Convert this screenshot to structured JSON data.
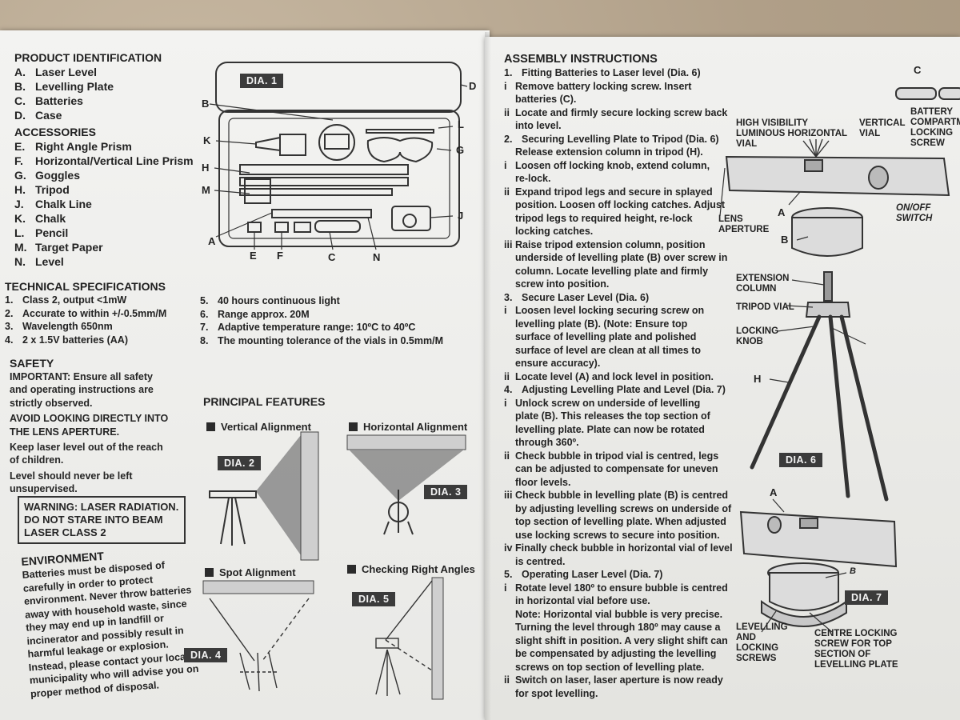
{
  "product_identification": {
    "heading": "PRODUCT IDENTIFICATION",
    "items": [
      {
        "letter": "A.",
        "name": "Laser Level"
      },
      {
        "letter": "B.",
        "name": "Levelling Plate"
      },
      {
        "letter": "C.",
        "name": "Batteries"
      },
      {
        "letter": "D.",
        "name": "Case"
      }
    ]
  },
  "accessories": {
    "heading": "ACCESSORIES",
    "items": [
      {
        "letter": "E.",
        "name": "Right Angle Prism"
      },
      {
        "letter": "F.",
        "name": "Horizontal/Vertical Line Prism"
      },
      {
        "letter": "G.",
        "name": "Goggles"
      },
      {
        "letter": "H.",
        "name": "Tripod"
      },
      {
        "letter": "J.",
        "name": "Chalk Line"
      },
      {
        "letter": "K.",
        "name": "Chalk"
      },
      {
        "letter": "L.",
        "name": "Pencil"
      },
      {
        "letter": "M.",
        "name": "Target Paper"
      },
      {
        "letter": "N.",
        "name": "Level"
      }
    ]
  },
  "technical": {
    "heading": "TECHNICAL SPECIFICATIONS",
    "items": [
      {
        "n": "1.",
        "text": "Class 2, output <1mW"
      },
      {
        "n": "2.",
        "text": "Accurate to within +/-0.5mm/M"
      },
      {
        "n": "3.",
        "text": "Wavelength 650nm"
      },
      {
        "n": "4.",
        "text": "2 x 1.5V batteries (AA)"
      }
    ],
    "items_right": [
      {
        "n": "5.",
        "text": "40 hours continuous light"
      },
      {
        "n": "6.",
        "text": "Range approx. 20M"
      },
      {
        "n": "7.",
        "text": "Adaptive temperature range: 10ºC to 40ºC"
      },
      {
        "n": "8.",
        "text": "The mounting tolerance of the vials in 0.5mm/M"
      }
    ]
  },
  "safety": {
    "heading": "SAFETY",
    "important": "IMPORTANT: Ensure all safety and operating instructions are strictly observed.",
    "avoid": "AVOID LOOKING DIRECTLY INTO THE LENS APERTURE.",
    "keep": "Keep laser level out of the reach of children.",
    "never": "Level should never be left unsupervised.",
    "warning": [
      "WARNING: LASER RADIATION.",
      "DO NOT STARE INTO BEAM",
      "LASER CLASS 2"
    ]
  },
  "environment": {
    "heading": "ENVIRONMENT",
    "lines": [
      "Batteries must be disposed of",
      "carefully in order to protect",
      "environment. Never throw batteries",
      "away with household waste, since",
      "they may end up in landfill or",
      "incinerator and possibly result in",
      "harmful leakage or explosion.",
      "Instead, please contact your local",
      "municipality who will advise you on",
      "proper method of disposal."
    ]
  },
  "dia1": {
    "label": "DIA. 1",
    "letters": {
      "A": "A",
      "B": "B",
      "C": "C",
      "D": "D",
      "E": "E",
      "F": "F",
      "G": "G",
      "H": "H",
      "J": "J",
      "K": "K",
      "L": "L",
      "M": "M",
      "N": "N"
    }
  },
  "principal_features": {
    "heading": "PRINCIPAL FEATURES",
    "vertical": "Vertical Alignment",
    "horizontal": "Horizontal Alignment",
    "spot": "Spot Alignment",
    "right_angles": "Checking Right Angles",
    "dia2": "DIA. 2",
    "dia3": "DIA. 3",
    "dia4": "DIA. 4",
    "dia5": "DIA. 5"
  },
  "assembly": {
    "heading": "ASSEMBLY INSTRUCTIONS",
    "lines": [
      {
        "k": "num",
        "m": "1.",
        "t": "Fitting Batteries to Laser level (Dia. 6)"
      },
      {
        "k": "sub",
        "m": "i",
        "t": "Remove battery locking screw. Insert"
      },
      {
        "k": "cont",
        "m": "",
        "t": "batteries (C)."
      },
      {
        "k": "sub",
        "m": "ii",
        "t": "Locate and firmly secure locking screw back"
      },
      {
        "k": "cont",
        "m": "",
        "t": "into level."
      },
      {
        "k": "num",
        "m": "2.",
        "t": "Securing Levelling Plate to Tripod (Dia. 6)"
      },
      {
        "k": "cont",
        "m": "",
        "t": "Release extension column in tripod (H)."
      },
      {
        "k": "sub",
        "m": "i",
        "t": "Loosen off locking knob, extend column,"
      },
      {
        "k": "cont",
        "m": "",
        "t": "re-lock."
      },
      {
        "k": "sub",
        "m": "ii",
        "t": "Expand tripod legs and secure in splayed"
      },
      {
        "k": "cont",
        "m": "",
        "t": "position. Loosen off locking catches. Adjust"
      },
      {
        "k": "cont",
        "m": "",
        "t": "tripod legs to required height, re-lock"
      },
      {
        "k": "cont",
        "m": "",
        "t": "locking catches."
      },
      {
        "k": "sub",
        "m": "iii",
        "t": "Raise tripod extension column, position"
      },
      {
        "k": "cont",
        "m": "",
        "t": "underside of levelling plate (B) over screw in"
      },
      {
        "k": "cont",
        "m": "",
        "t": "column. Locate levelling plate and firmly"
      },
      {
        "k": "cont",
        "m": "",
        "t": "screw into position."
      },
      {
        "k": "num",
        "m": "3.",
        "t": "Secure Laser Level (Dia. 6)"
      },
      {
        "k": "sub",
        "m": "i",
        "t": "Loosen level locking securing screw on"
      },
      {
        "k": "cont",
        "m": "",
        "t": "levelling plate (B). (Note: Ensure top"
      },
      {
        "k": "cont",
        "m": "",
        "t": "surface of levelling plate and polished"
      },
      {
        "k": "cont",
        "m": "",
        "t": "surface of level are clean at all times to"
      },
      {
        "k": "cont",
        "m": "",
        "t": "ensure accuracy)."
      },
      {
        "k": "sub",
        "m": "ii",
        "t": "Locate level (A) and lock level in position."
      },
      {
        "k": "num",
        "m": "4.",
        "t": "Adjusting Levelling Plate and Level (Dia. 7)"
      },
      {
        "k": "sub",
        "m": "i",
        "t": "Unlock screw on underside of levelling"
      },
      {
        "k": "cont",
        "m": "",
        "t": "plate (B). This releases the top section of"
      },
      {
        "k": "cont",
        "m": "",
        "t": "levelling plate. Plate can now be rotated"
      },
      {
        "k": "cont",
        "m": "",
        "t": "through 360º."
      },
      {
        "k": "sub",
        "m": "ii",
        "t": "Check bubble in tripod vial is centred, legs"
      },
      {
        "k": "cont",
        "m": "",
        "t": "can be adjusted to compensate for uneven"
      },
      {
        "k": "cont",
        "m": "",
        "t": "floor levels."
      },
      {
        "k": "sub",
        "m": "iii",
        "t": "Check bubble in levelling plate (B) is centred"
      },
      {
        "k": "cont",
        "m": "",
        "t": "by adjusting levelling screws on underside of"
      },
      {
        "k": "cont",
        "m": "",
        "t": "top section of levelling plate. When adjusted"
      },
      {
        "k": "cont",
        "m": "",
        "t": "use locking screws to secure into position."
      },
      {
        "k": "sub",
        "m": "iv",
        "t": "Finally check bubble in horizontal vial of level"
      },
      {
        "k": "cont",
        "m": "",
        "t": "is centred."
      },
      {
        "k": "num",
        "m": "5.",
        "t": "Operating Laser Level (Dia. 7)"
      },
      {
        "k": "sub",
        "m": "i",
        "t": "Rotate level 180º to ensure bubble is centred"
      },
      {
        "k": "cont",
        "m": "",
        "t": "in horizontal vial before use."
      },
      {
        "k": "cont",
        "m": "",
        "t": "Note: Horizontal vial bubble is very precise."
      },
      {
        "k": "cont",
        "m": "",
        "t": "Turning the level through 180º may cause a"
      },
      {
        "k": "cont",
        "m": "",
        "t": "slight shift in position. A very slight shift can"
      },
      {
        "k": "cont",
        "m": "",
        "t": "be compensated by adjusting the levelling"
      },
      {
        "k": "cont",
        "m": "",
        "t": "screws on top section of levelling plate."
      },
      {
        "k": "sub",
        "m": "ii",
        "t": "Switch on laser, laser aperture is now ready"
      },
      {
        "k": "cont",
        "m": "",
        "t": "for spot levelling."
      }
    ]
  },
  "dia6": {
    "label": "DIA. 6",
    "c": "C",
    "battery": "BATTERY COMPARTMENT LOCKING SCREW",
    "high_vis": "HIGH VISIBILITY LUMINOUS HORIZONTAL VIAL",
    "vertical_vial": "VERTICAL VIAL",
    "onoff": "ON/OFF SWITCH",
    "lens": "LENS APERTURE",
    "a": "A",
    "b": "B",
    "extension": "EXTENSION COLUMN",
    "tripod_vial": "TRIPOD VIAL",
    "locking_knob": "LOCKING KNOB",
    "h": "H"
  },
  "dia7": {
    "label": "DIA. 7",
    "a": "A",
    "b": "B",
    "levelling": "LEVELLING AND LOCKING SCREWS",
    "centre": "CENTRE LOCKING SCREW FOR TOP SECTION OF LEVELLING PLATE"
  }
}
